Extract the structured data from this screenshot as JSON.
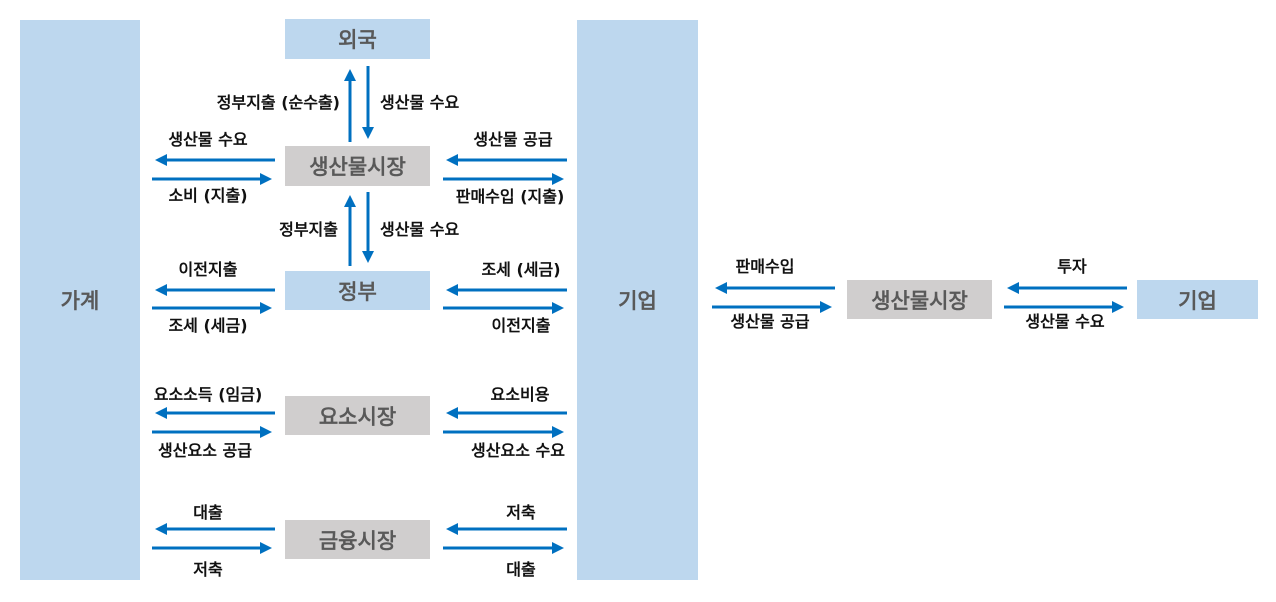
{
  "colors": {
    "sector": "#BDD7EE",
    "market": "#D0CECE",
    "arrow": "#0070C0"
  },
  "boxes": {
    "household": "가계",
    "firm": "기업",
    "foreign": "외국",
    "goods_market": "생산물시장",
    "government": "정부",
    "factor_market": "요소시장",
    "financial_market": "금융시장",
    "right_goods_market": "생산물시장",
    "right_firm": "기업"
  },
  "labels": {
    "gov_spending_net_exports": "정부지출 (순수출)",
    "foreign_goods_demand": "생산물 수요",
    "hh_goods_demand": "생산물 수요",
    "hh_consumption": "소비 (지출)",
    "firm_goods_supply": "생산물 공급",
    "firm_sales_revenue": "판매수입 (지출)",
    "gov_spending": "정부지출",
    "gov_goods_demand": "생산물 수요",
    "hh_transfer": "이전지출",
    "hh_tax": "조세 (세금)",
    "firm_tax": "조세 (세금)",
    "firm_transfer": "이전지출",
    "hh_factor_income": "요소소득 (임금)",
    "hh_factor_supply": "생산요소 공급",
    "firm_factor_cost": "요소비용",
    "firm_factor_demand": "생산요소 수요",
    "hh_loan": "대출",
    "hh_saving": "저축",
    "firm_saving": "저축",
    "firm_loan": "대출",
    "r_sales_revenue": "판매수입",
    "r_goods_supply": "생산물 공급",
    "r_investment": "투자",
    "r_goods_demand": "생산물 수요"
  }
}
